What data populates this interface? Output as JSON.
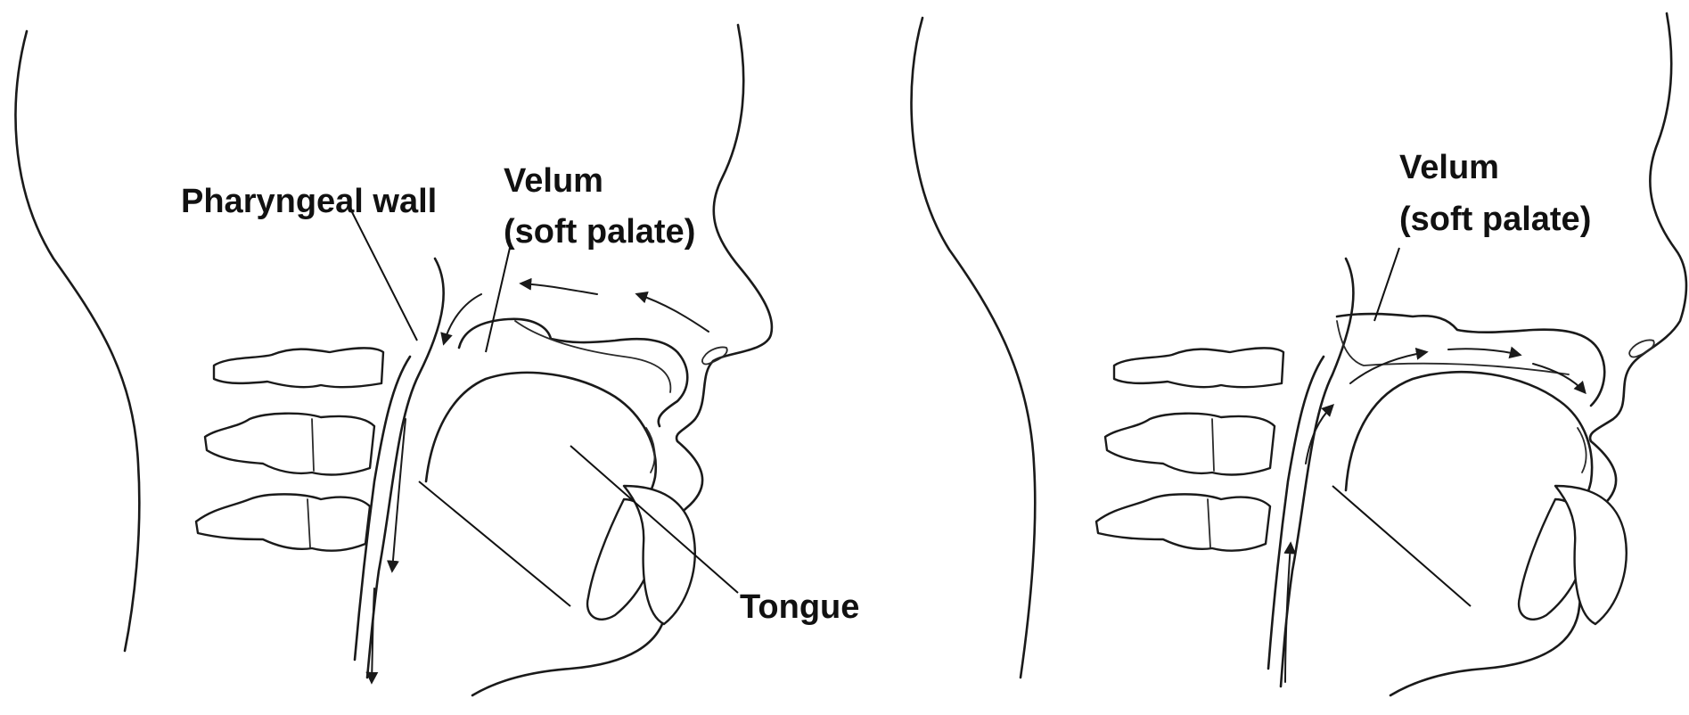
{
  "left_panel": {
    "labels": {
      "pharyngeal_wall": "Pharyngeal wall",
      "velum_line1": "Velum",
      "velum_line2": "(soft palate)",
      "tongue": "Tongue"
    }
  },
  "right_panel": {
    "labels": {
      "velum_line1": "Velum",
      "velum_line2": "(soft palate)"
    }
  }
}
